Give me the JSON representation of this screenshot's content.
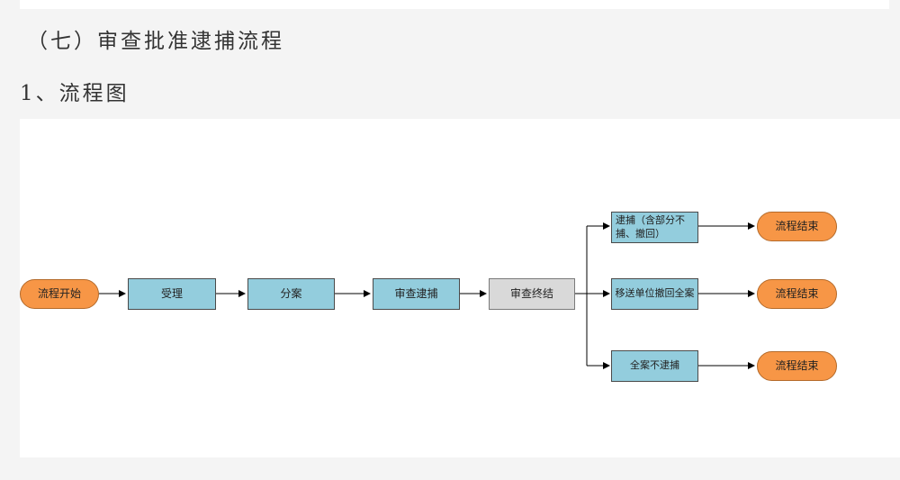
{
  "section_title": "（七）审查批准逮捕流程",
  "subsection_title": "1、流程图",
  "flowchart": {
    "start": "流程开始",
    "steps": [
      "受理",
      "分案",
      "审查逮捕",
      "审查终结"
    ],
    "outcomes": [
      {
        "label": "逮捕（含部分不捕、撤回）",
        "end": "流程结束"
      },
      {
        "label": "移送单位撤回全案",
        "end": "流程结束"
      },
      {
        "label": "全案不逮捕",
        "end": "流程结束"
      }
    ]
  },
  "colors": {
    "terminal": "#f79646",
    "process": "#93cddd",
    "final_review": "#d9d9d9",
    "arrow": "#000000"
  }
}
